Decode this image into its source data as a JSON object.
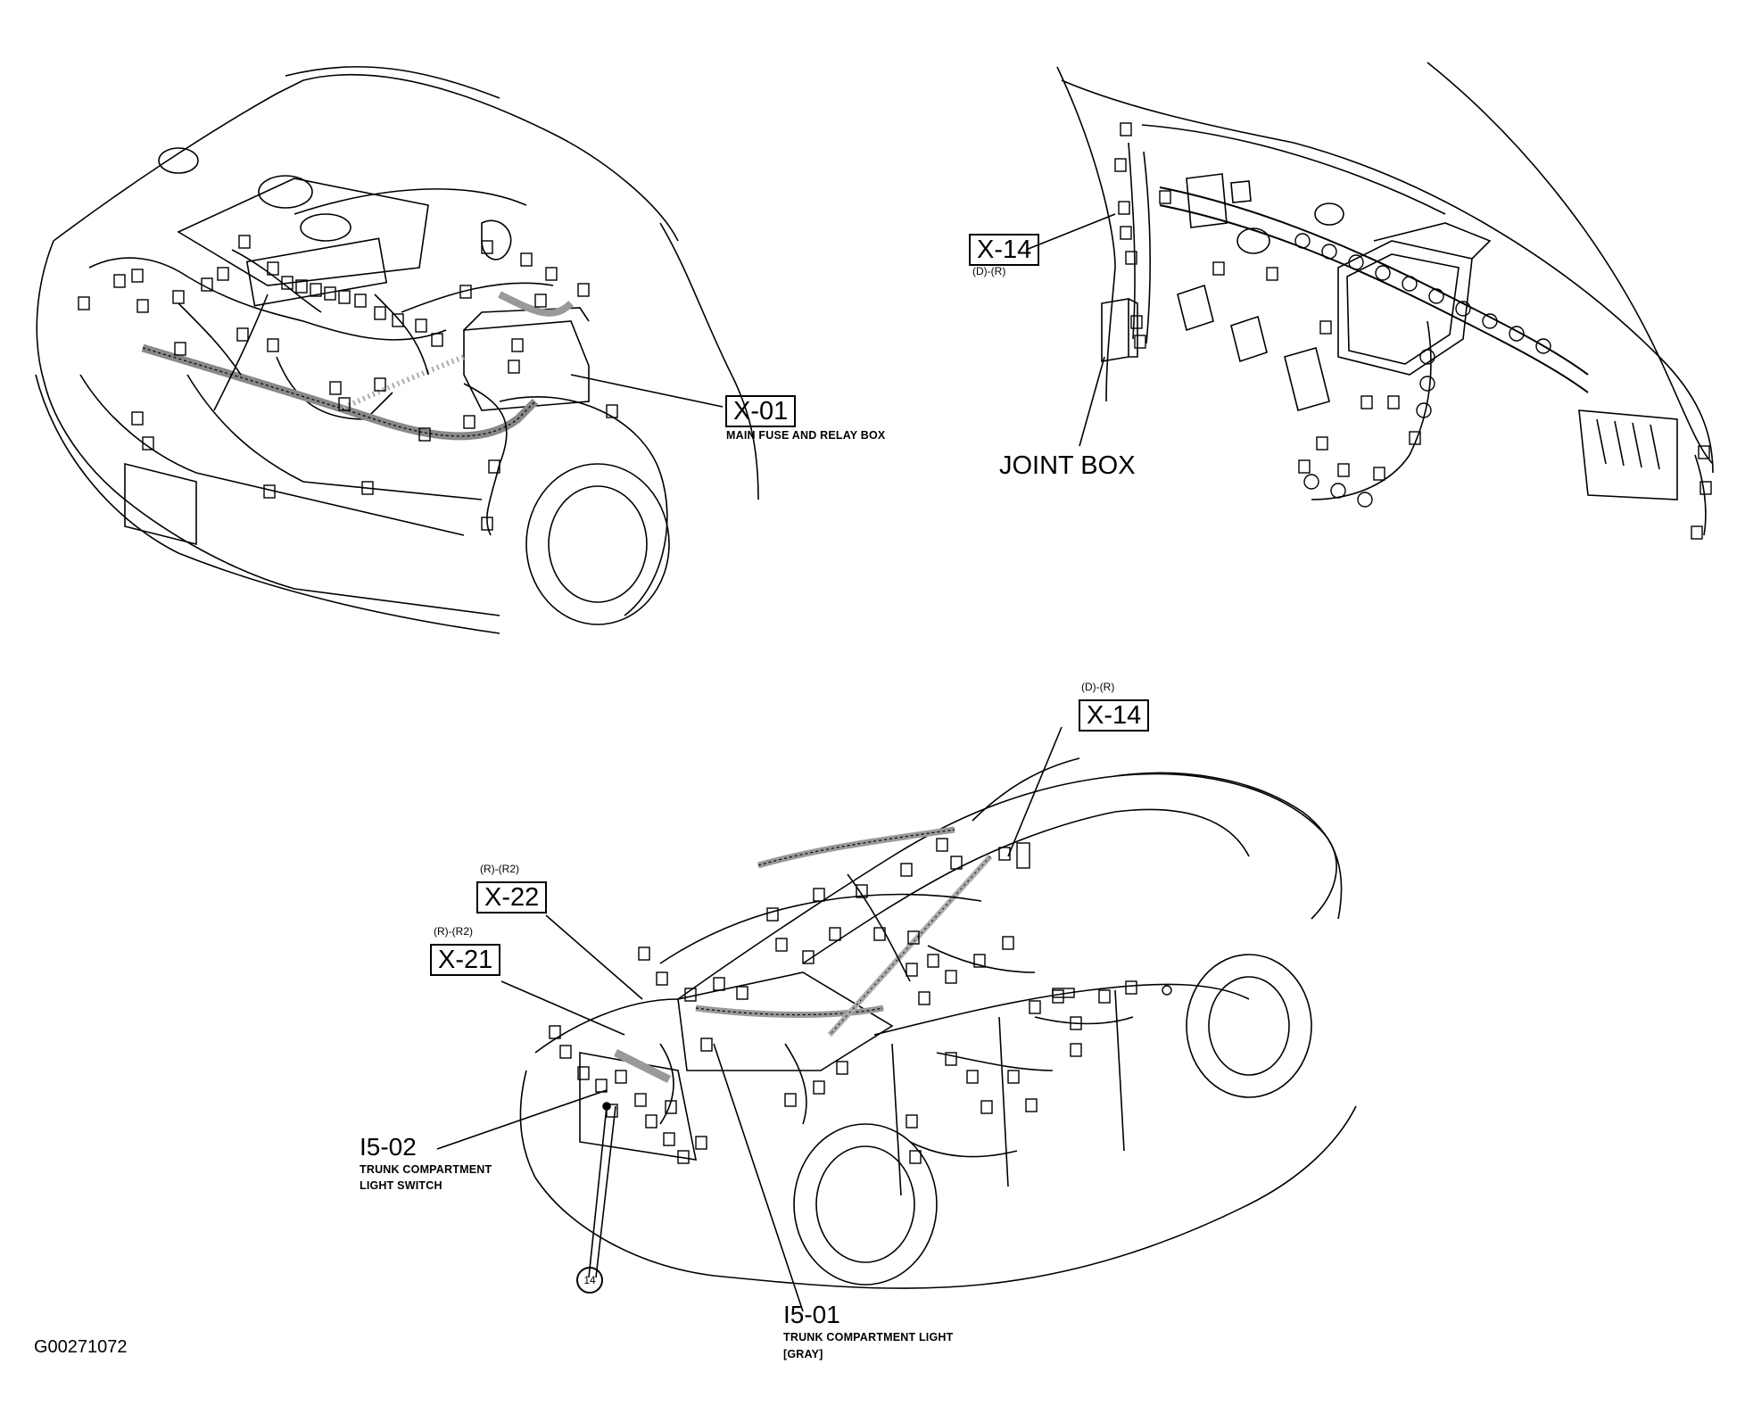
{
  "engine_bay": {
    "x01": {
      "code": "X-01",
      "name": "MAIN FUSE AND RELAY BOX"
    }
  },
  "dash": {
    "x14": {
      "code": "X-14",
      "variant": "(D)-(R)"
    },
    "joint_box": "JOINT BOX"
  },
  "body": {
    "x14": {
      "code": "X-14",
      "variant": "(D)-(R)"
    },
    "x22": {
      "code": "X-22",
      "variant": "(R)-(R2)"
    },
    "x21": {
      "code": "X-21",
      "variant": "(R)-(R2)"
    },
    "i502": {
      "code": "I5-02",
      "name_line1": "TRUNK COMPARTMENT",
      "name_line2": "LIGHT SWITCH"
    },
    "ground": "14",
    "i501": {
      "code": "I5-01",
      "name": "TRUNK COMPARTMENT LIGHT",
      "color": "[GRAY]"
    }
  },
  "figure_id": "G00271072"
}
